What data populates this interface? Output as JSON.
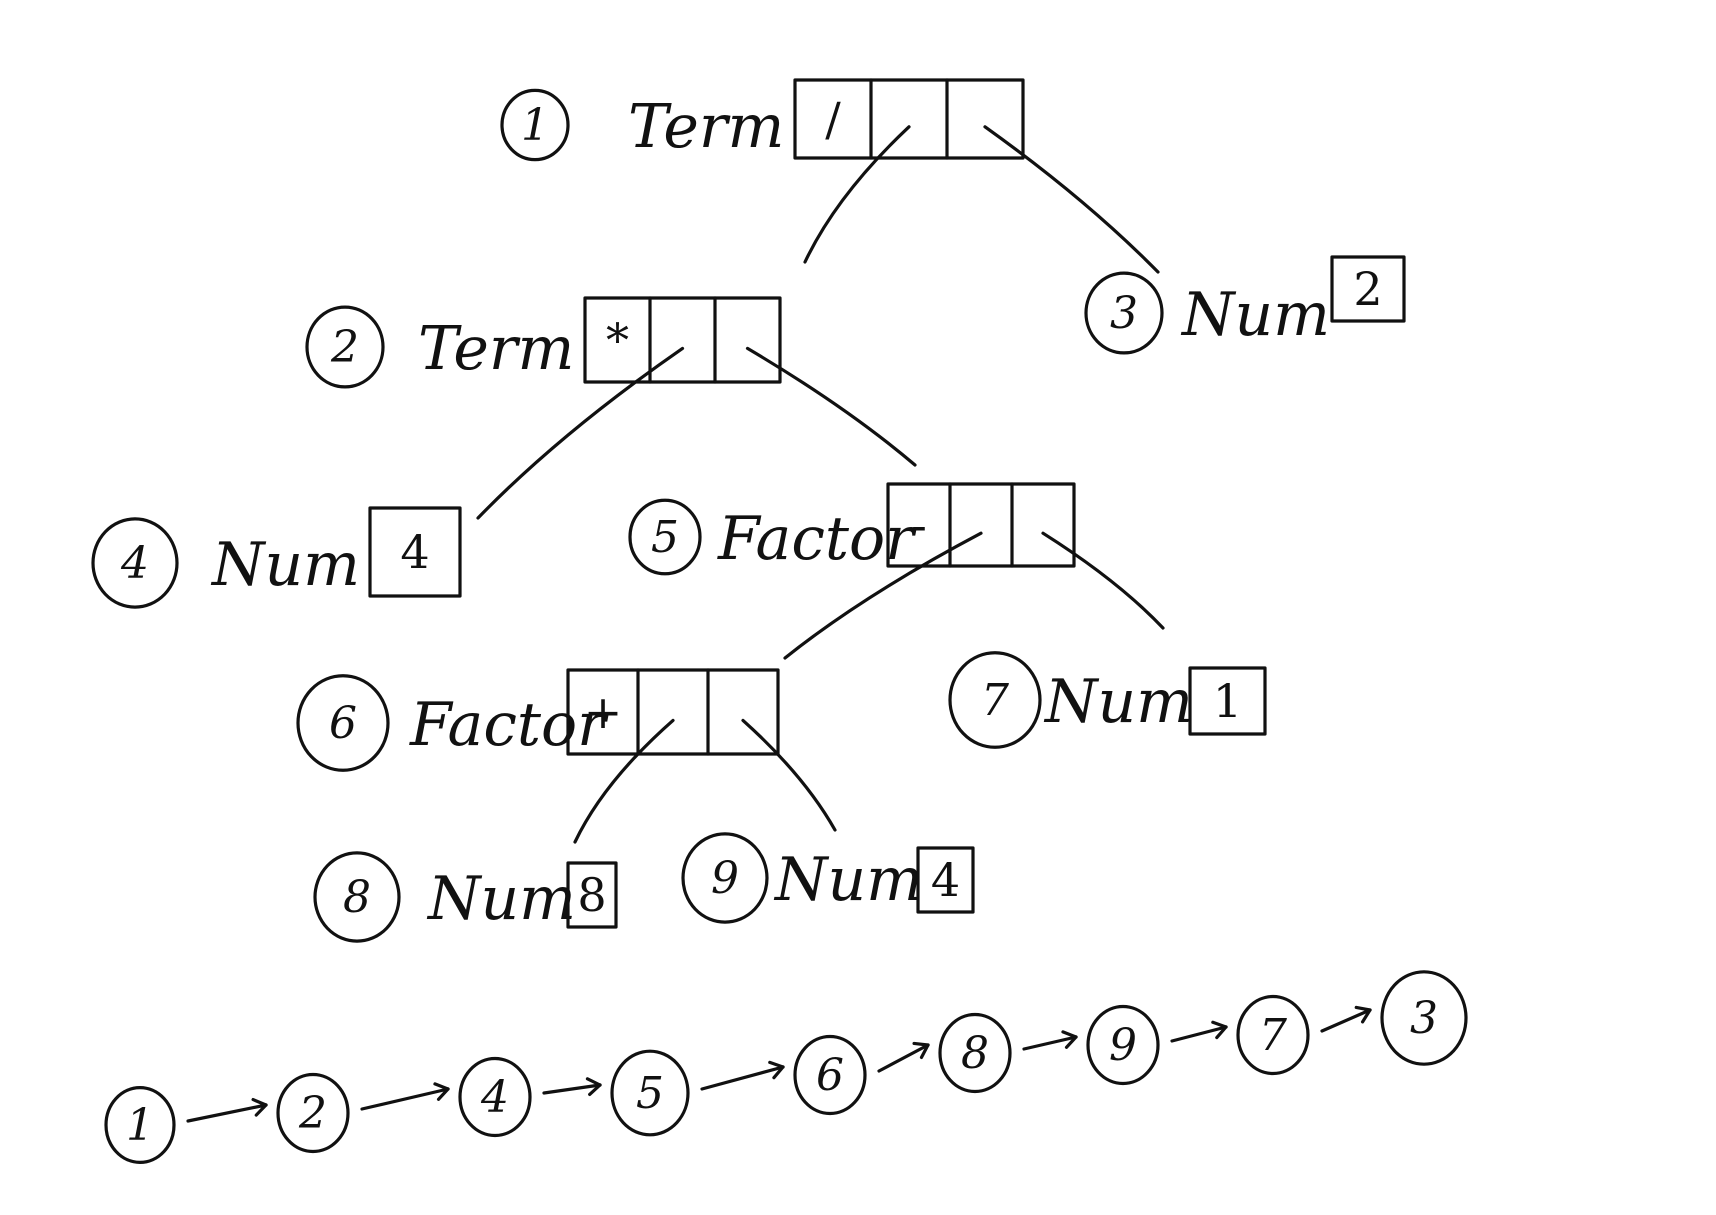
{
  "nodes": [
    {
      "id": "1",
      "number": "1",
      "label": "Term",
      "cells": [
        "/",
        "",
        ""
      ]
    },
    {
      "id": "2",
      "number": "2",
      "label": "Term",
      "cells": [
        "*",
        "",
        ""
      ]
    },
    {
      "id": "3",
      "number": "3",
      "label": "Num",
      "cells": [
        "2"
      ]
    },
    {
      "id": "4",
      "number": "4",
      "label": "Num",
      "cells": [
        "4"
      ]
    },
    {
      "id": "5",
      "number": "5",
      "label": "Factor",
      "cells": [
        "-",
        "",
        ""
      ]
    },
    {
      "id": "6",
      "number": "6",
      "label": "Factor",
      "cells": [
        "+",
        "",
        ""
      ]
    },
    {
      "id": "7",
      "number": "7",
      "label": "Num",
      "cells": [
        "1"
      ]
    },
    {
      "id": "8",
      "number": "8",
      "label": "Num",
      "cells": [
        "8"
      ]
    },
    {
      "id": "9",
      "number": "9",
      "label": "Num",
      "cells": [
        "4"
      ]
    }
  ],
  "edges": [
    {
      "from": "1",
      "to": "2"
    },
    {
      "from": "1",
      "to": "3"
    },
    {
      "from": "2",
      "to": "4"
    },
    {
      "from": "2",
      "to": "5"
    },
    {
      "from": "5",
      "to": "6"
    },
    {
      "from": "5",
      "to": "7"
    },
    {
      "from": "6",
      "to": "8"
    },
    {
      "from": "6",
      "to": "9"
    }
  ],
  "traversal_order": [
    "1",
    "2",
    "4",
    "5",
    "6",
    "8",
    "9",
    "7",
    "3"
  ],
  "ink_color": "#111111"
}
